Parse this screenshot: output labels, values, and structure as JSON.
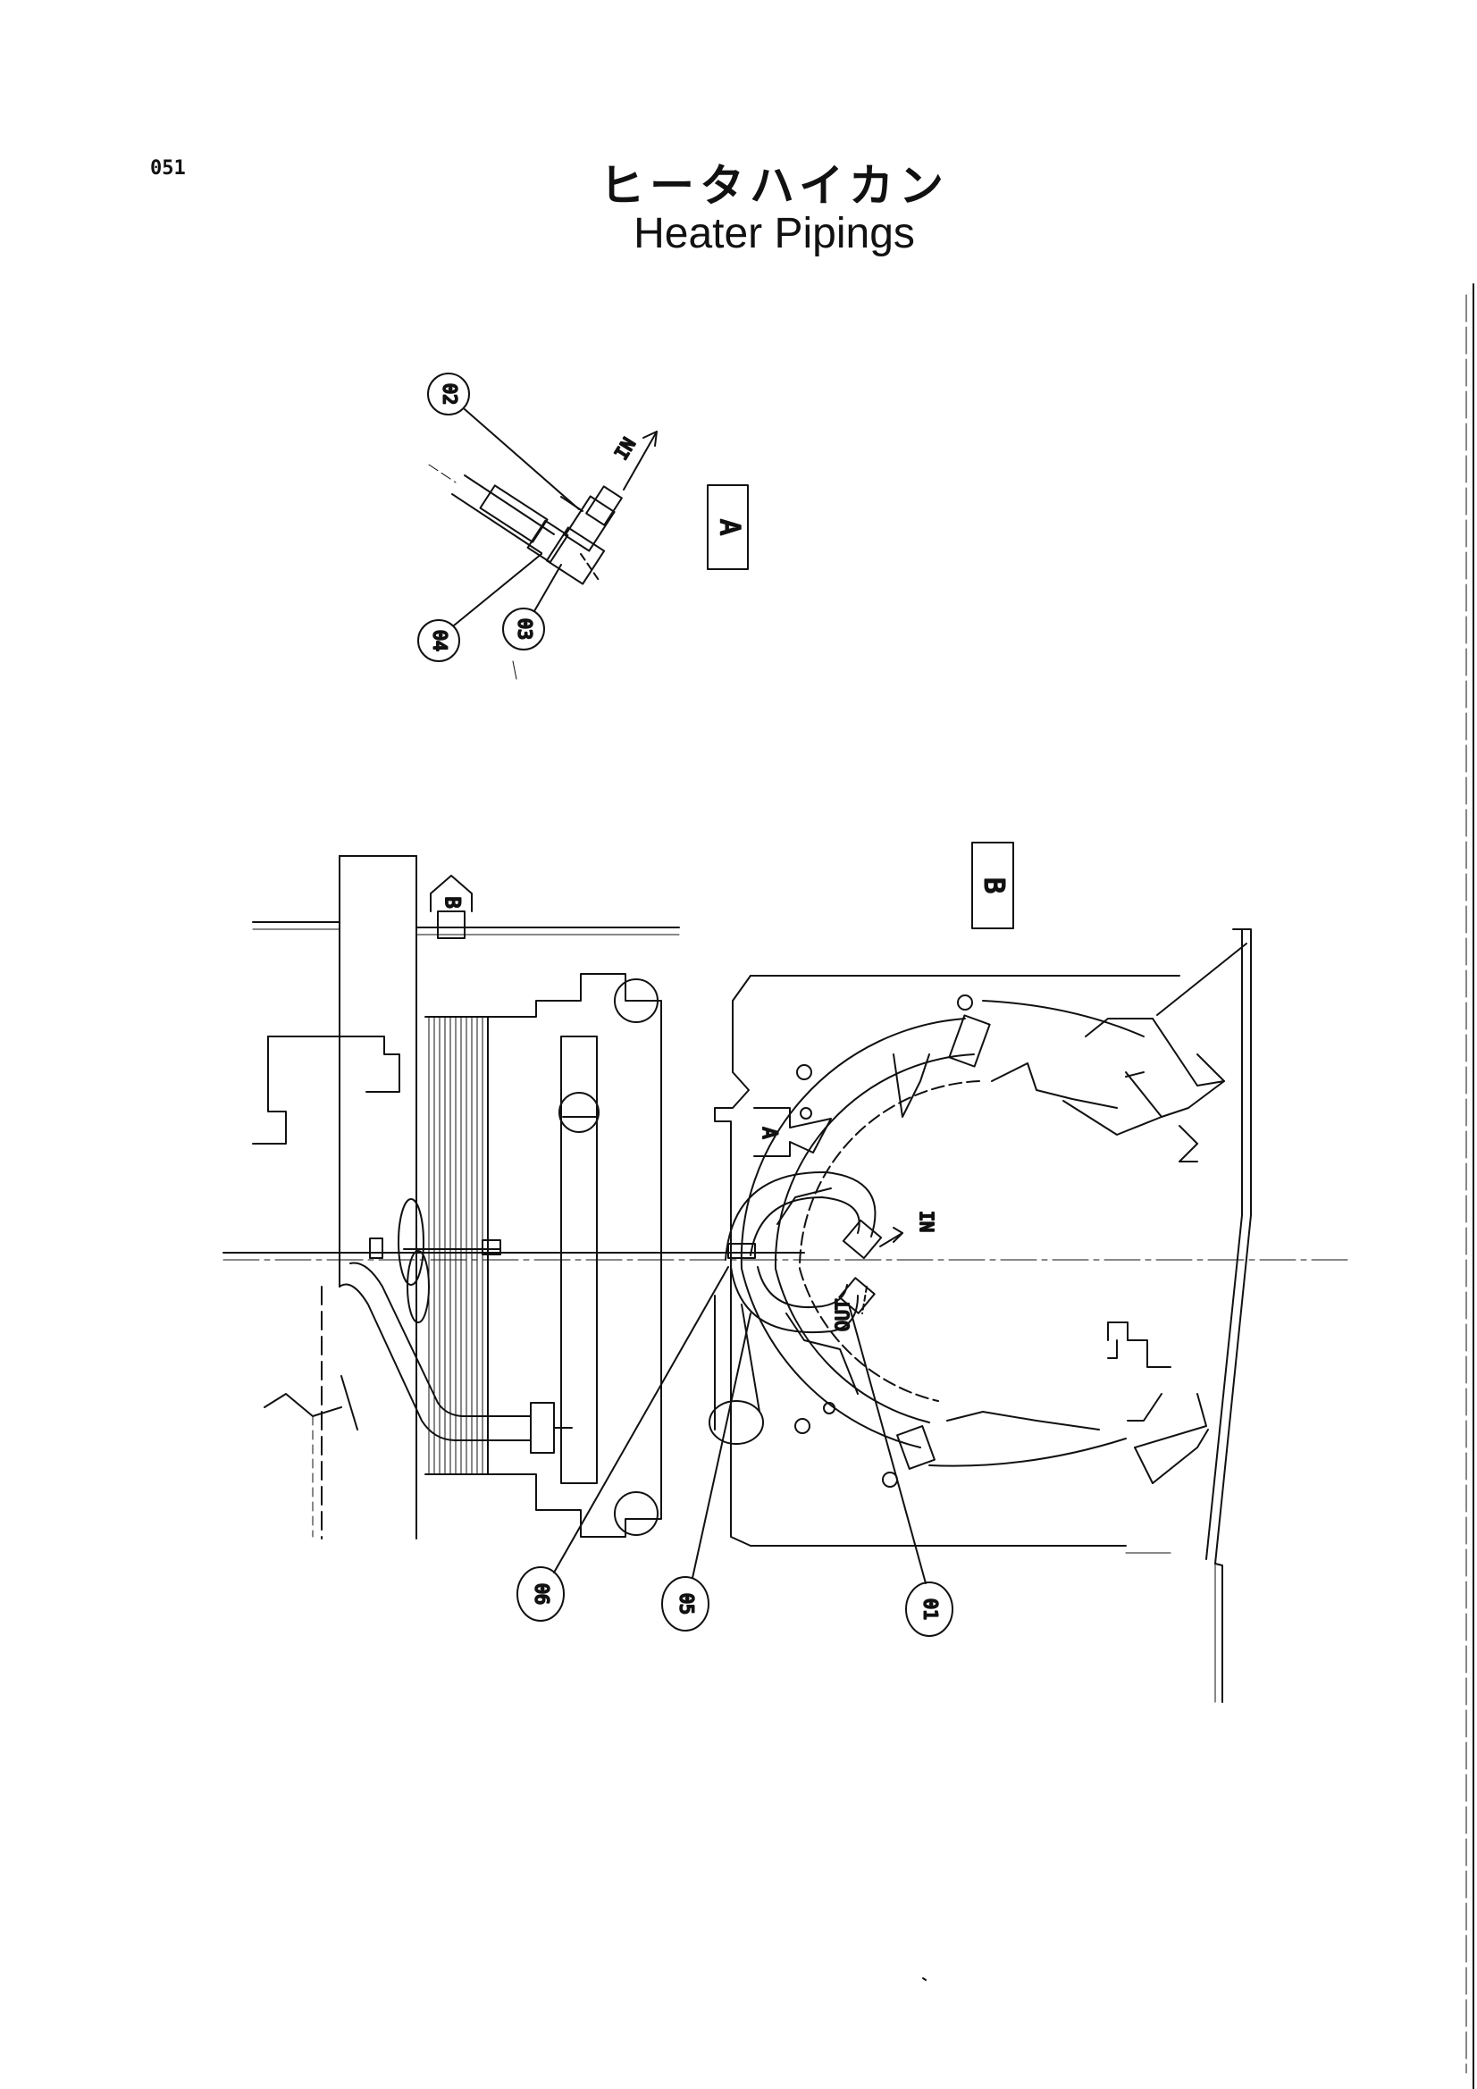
{
  "page_number": "051",
  "title_jp": "ヒータハイカン",
  "title_en": "Heater Pipings",
  "view_labels": {
    "a": "A",
    "b": "B"
  },
  "view_arrows": {
    "a": "A",
    "b": "B"
  },
  "flow": {
    "in_a": "IN",
    "in_b": "IN",
    "out_b": "OUT"
  },
  "parts": {
    "p01": "01",
    "p02": "02",
    "p03": "03",
    "p04": "04",
    "p05": "05",
    "p06": "06"
  }
}
